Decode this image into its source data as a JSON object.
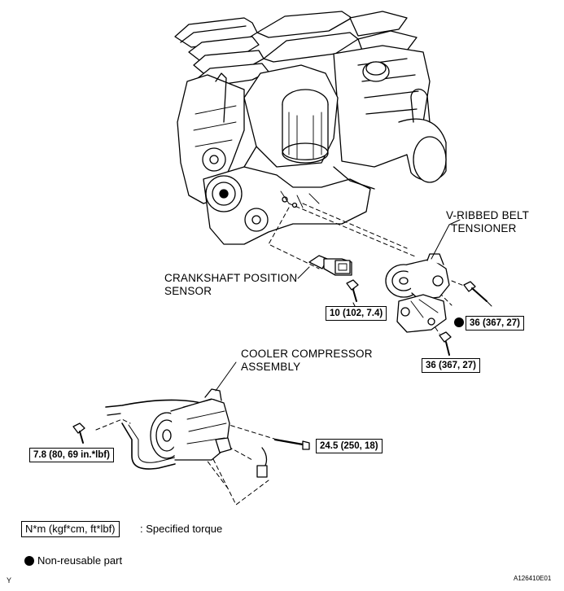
{
  "labels": {
    "vribbed_line1": "V-RIBBED BELT",
    "vribbed_line2": "TENSIONER",
    "crank_line1": "CRANKSHAFT POSITION",
    "crank_line2": "SENSOR",
    "cooler_line1": "COOLER COMPRESSOR",
    "cooler_line2": "ASSEMBLY"
  },
  "torques": {
    "crank_sensor_bolt": "10 (102, 7.4)",
    "tensioner_bolt_upper": "36 (367, 27)",
    "tensioner_bolt_lower": "36 (367, 27)",
    "compressor_bolt_left": "7.8 (80, 69 in.*lbf)",
    "compressor_bolt_right": "24.5 (250, 18)"
  },
  "legend": {
    "torque_unit": "N*m (kgf*cm, ft*lbf)",
    "torque_desc": ": Specified torque",
    "nonreusable_desc": "Non-reusable part"
  },
  "footer": {
    "left_mark": "Y",
    "figure_id": "A126410E01"
  },
  "icons": [
    "engine-block-drawing",
    "crankshaft-sensor-drawing",
    "tensioner-drawing",
    "compressor-drawing",
    "bolt-icon",
    "non-reusable-dot-icon"
  ]
}
